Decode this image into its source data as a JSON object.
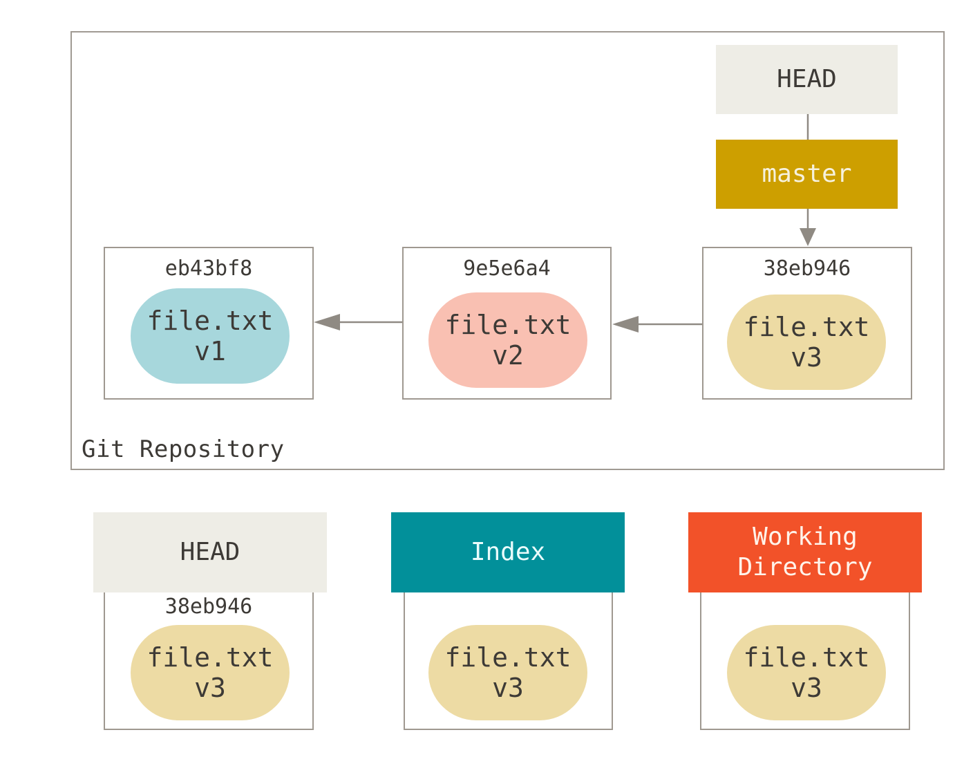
{
  "colors": {
    "border": "#9f9890",
    "head_bg": "#eeede6",
    "master_bg": "#cd9f00",
    "index_bg": "#02909a",
    "working_dir_bg": "#f25229",
    "blob_v1": "#a7d7dc",
    "blob_v2": "#f9c0b2",
    "blob_v3": "#eddba4",
    "arrow": "#8f8a83"
  },
  "repository": {
    "label": "Git Repository",
    "head_label": "HEAD",
    "branch_label": "master",
    "commits": [
      {
        "hash": "eb43bf8",
        "file": "file.txt",
        "version": "v1"
      },
      {
        "hash": "9e5e6a4",
        "file": "file.txt",
        "version": "v2"
      },
      {
        "hash": "38eb946",
        "file": "file.txt",
        "version": "v3"
      }
    ]
  },
  "trees": [
    {
      "label": "HEAD",
      "hash": "38eb946",
      "file": "file.txt",
      "version": "v3"
    },
    {
      "label": "Index",
      "file": "file.txt",
      "version": "v3"
    },
    {
      "label_line1": "Working",
      "label_line2": "Directory",
      "file": "file.txt",
      "version": "v3"
    }
  ]
}
